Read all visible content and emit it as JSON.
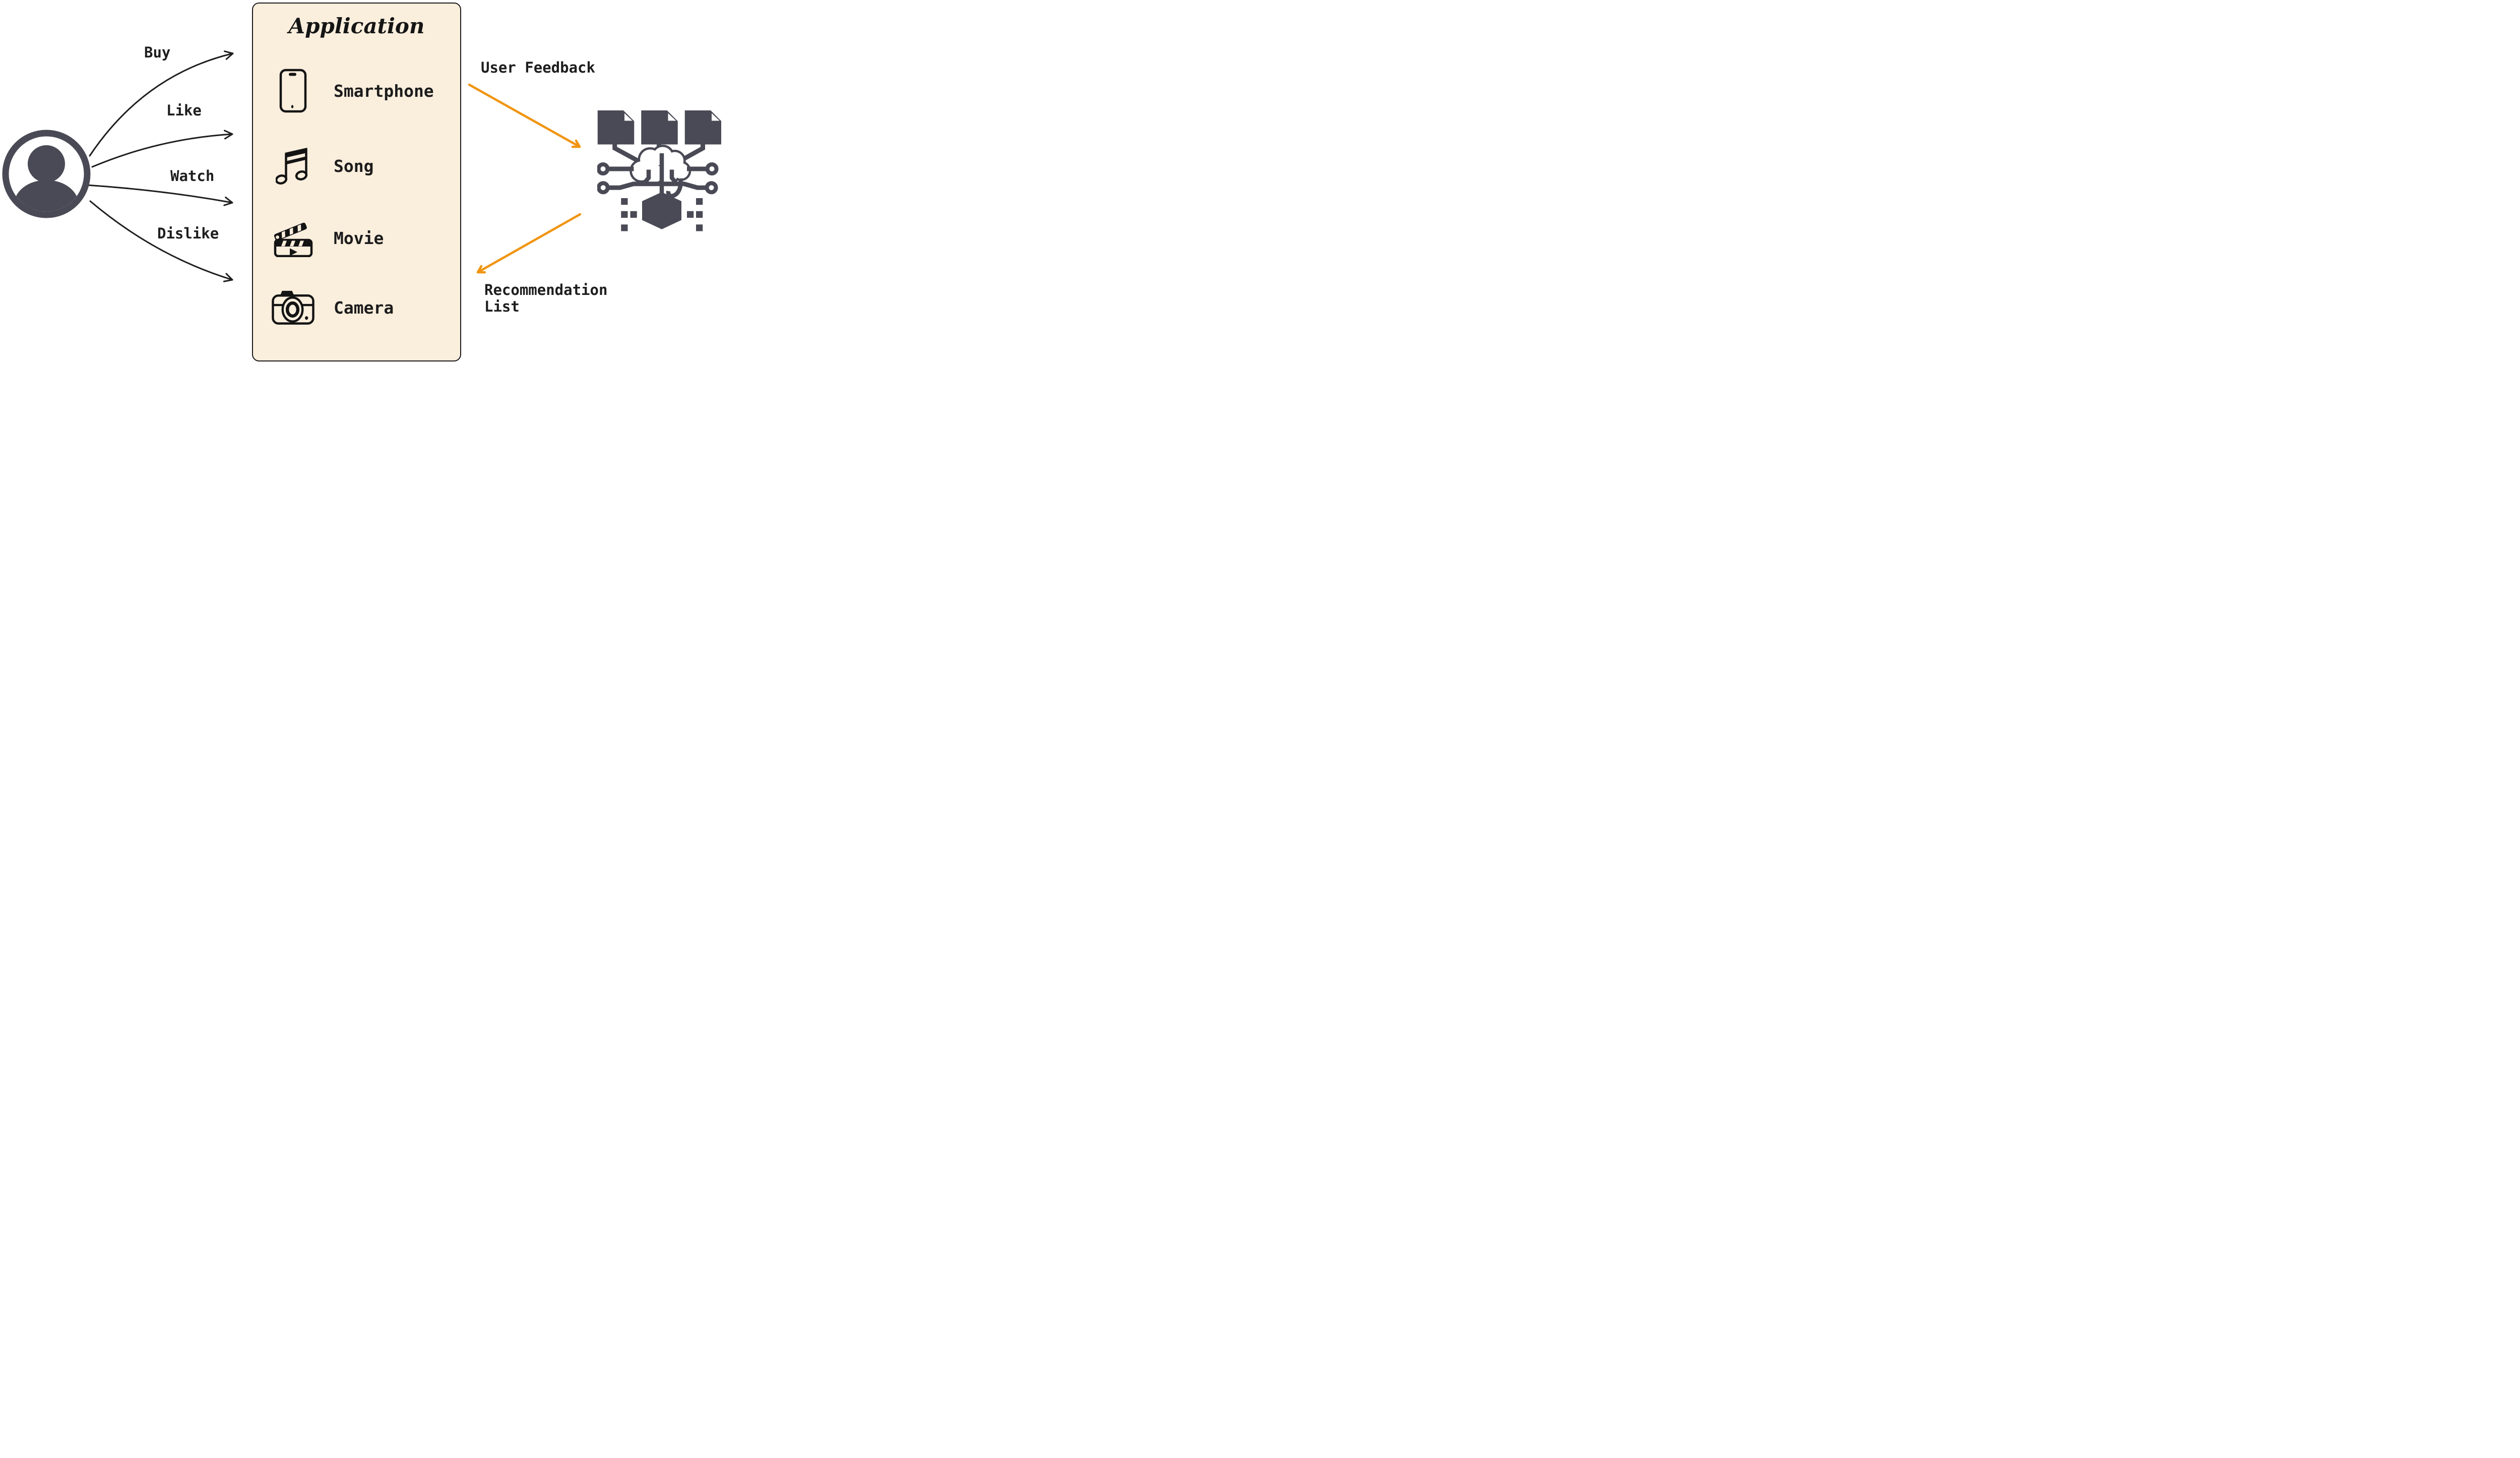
{
  "canvas": {
    "background": "#FFFFFF"
  },
  "user": {
    "icon": "user-avatar-icon",
    "color": "#4A4A56"
  },
  "interactions": [
    {
      "label": "Buy"
    },
    {
      "label": "Like"
    },
    {
      "label": "Watch"
    },
    {
      "label": "Dislike"
    }
  ],
  "application": {
    "title": "Application",
    "fill_color": "#FAEEDD",
    "border_color": "#1B1B1B",
    "items": [
      {
        "icon": "smartphone-icon",
        "label": "Smartphone"
      },
      {
        "icon": "music-note-icon",
        "label": "Song"
      },
      {
        "icon": "clapperboard-icon",
        "label": "Movie"
      },
      {
        "icon": "camera-icon",
        "label": "Camera"
      }
    ]
  },
  "engine": {
    "icon": "ai-brain-network-icon",
    "color": "#4A4A56"
  },
  "flows": {
    "feedback": {
      "label": "User Feedback",
      "color": "#F0940F",
      "direction": "application-to-engine"
    },
    "recommendation": {
      "line1": "Recommendation",
      "line2": "List",
      "color": "#F0940F",
      "direction": "engine-to-application"
    }
  }
}
